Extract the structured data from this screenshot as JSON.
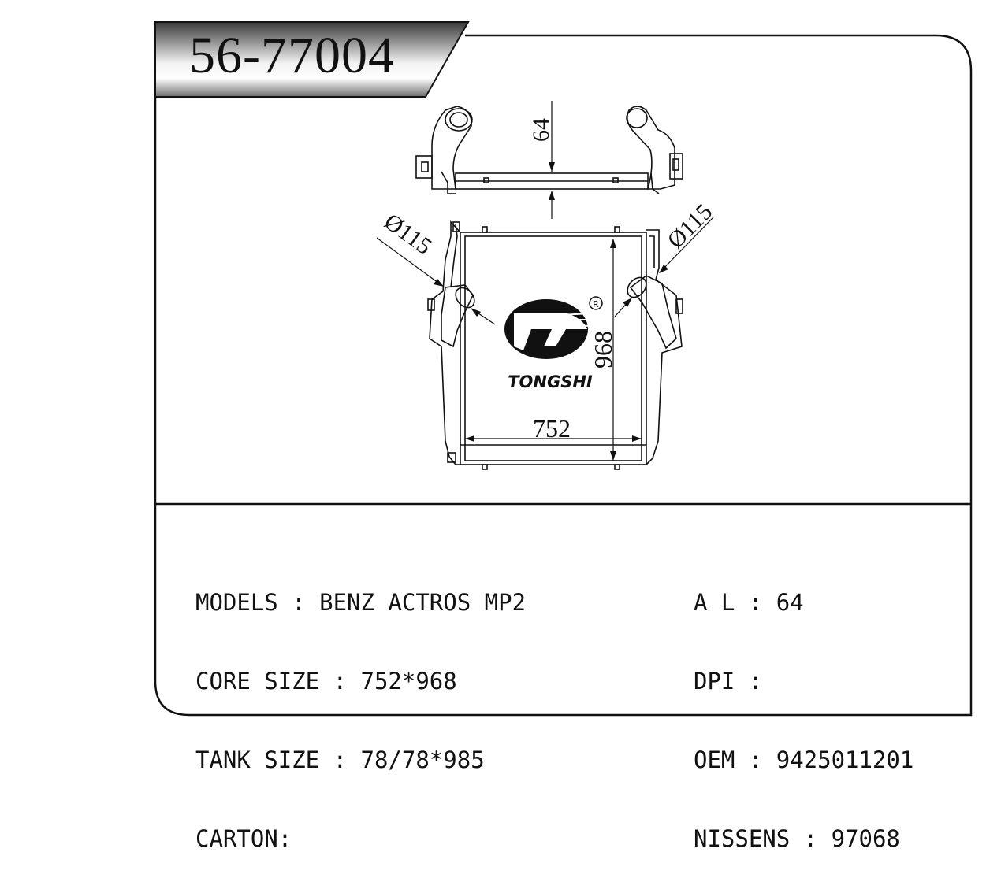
{
  "title": {
    "model_code": "56-77004"
  },
  "drawing": {
    "dim_top": "64",
    "dim_left_diameter": "Ø115",
    "dim_right_diameter": "Ø115",
    "dim_height": "968",
    "dim_width": "752",
    "brand_name": "TONGSHI",
    "registered_mark": "R"
  },
  "specs": {
    "left": [
      {
        "label": "MODELS : BENZ ACTROS MP2"
      },
      {
        "label": "CORE SIZE : 752*968"
      },
      {
        "label": "TANK SIZE : 78/78*985"
      },
      {
        "label": "CARTON:"
      }
    ],
    "right": [
      {
        "label": "A L : 64"
      },
      {
        "label": "DPI :"
      },
      {
        "label": "OEM : 9425011201"
      },
      {
        "label": "NISSENS : 97068"
      }
    ]
  }
}
